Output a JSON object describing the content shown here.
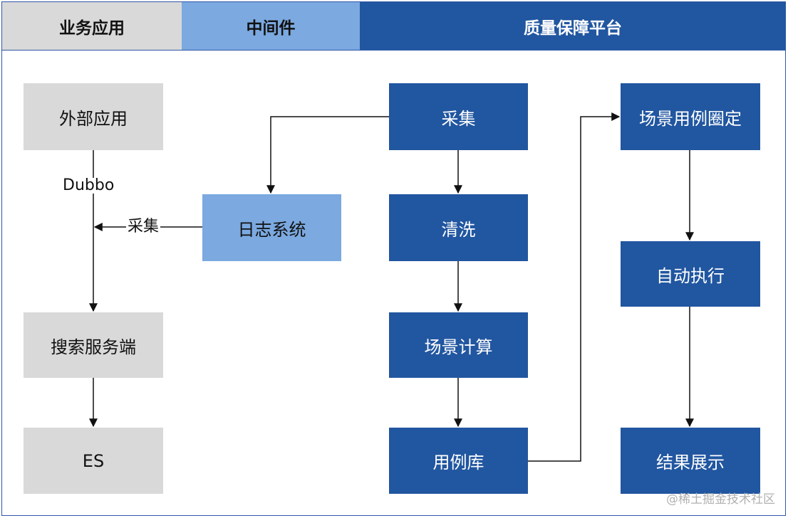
{
  "headers": {
    "business": "业务应用",
    "middleware": "中间件",
    "quality": "质量保障平台"
  },
  "nodes": {
    "external_app": "外部应用",
    "search_server": "搜索服务端",
    "es": "ES",
    "log_system": "日志系统",
    "collect": "采集",
    "clean": "清洗",
    "scene_compute": "场景计算",
    "case_library": "用例库",
    "scene_case_select": "场景用例圈定",
    "auto_exec": "自动执行",
    "result_display": "结果展示"
  },
  "edge_labels": {
    "dubbo": "Dubbo",
    "collect": "采集"
  },
  "watermark": "@稀土掘金技术社区",
  "colors": {
    "gray": "#d9d9d9",
    "light_blue": "#7ba9e0",
    "dark_blue": "#2156a0"
  }
}
